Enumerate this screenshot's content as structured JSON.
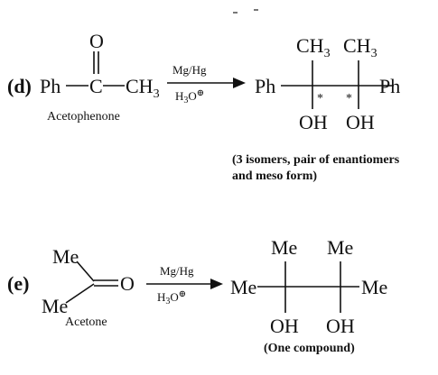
{
  "part_d": {
    "label": "(d)",
    "reactant": {
      "ph": "Ph",
      "c": "C",
      "o": "O",
      "ch3": "CH",
      "ch3_sub": "3",
      "name": "Acetophenone"
    },
    "reagent": {
      "top": "Mg/Hg",
      "bottom_main": "H",
      "bottom_sub": "3",
      "bottom_o": "O",
      "bottom_sup": "⊕"
    },
    "product": {
      "ph_left": "Ph",
      "ph_right": "Ph",
      "ch3_main": "CH",
      "ch3_sub": "3",
      "oh": "OH",
      "star": "*"
    },
    "note_line1": "(3 isomers, pair of enantiomers",
    "note_line2": "and meso form)"
  },
  "part_e": {
    "label": "(e)",
    "reactant": {
      "me_top": "Me",
      "me_bottom": "Me",
      "o": "O",
      "name": "Acetone"
    },
    "reagent": {
      "top": "Mg/Hg",
      "bottom_main": "H",
      "bottom_sub": "3",
      "bottom_o": "O",
      "bottom_sup": "⊕"
    },
    "product": {
      "me_left": "Me",
      "me_right": "Me",
      "me_top": "Me",
      "oh": "OH"
    },
    "note": "(One compound)"
  }
}
